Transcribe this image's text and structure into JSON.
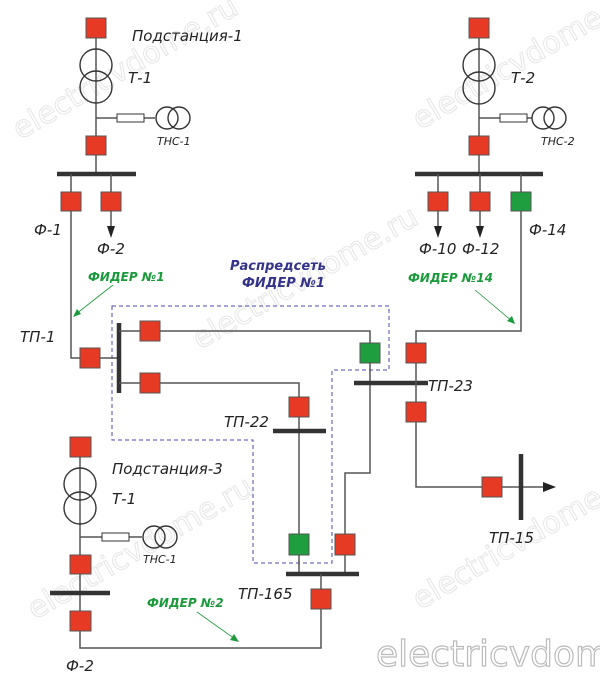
{
  "colors": {
    "breaker_closed": "#e63a25",
    "breaker_open": "#1e9e3e",
    "feeder_label": "#1a9a3a",
    "distribution_label": "#33338a",
    "dashed_boundary": "#4a4ab0"
  },
  "substation1": {
    "name": "Подстанция-1",
    "transformer": "Т-1",
    "aux_transformer": "ТНС-1",
    "feeders": [
      "Ф-1",
      "Ф-2"
    ]
  },
  "substation2": {
    "transformer": "Т-2",
    "aux_transformer": "ТНС-2",
    "feeders": [
      "Ф-10",
      "Ф-12",
      "Ф-14"
    ]
  },
  "substation3": {
    "name": "Подстанция-3",
    "transformer": "Т-1",
    "aux_transformer": "ТНС-1",
    "feeder": "Ф-2"
  },
  "points": {
    "tp1": "ТП-1",
    "tp22": "ТП-22",
    "tp23": "ТП-23",
    "tp15": "ТП-15",
    "tp165": "ТП-165"
  },
  "feeder_labels": {
    "f1": "ФИДЕР №1",
    "f14": "ФИДЕР №14",
    "f2": "ФИДЕР №2"
  },
  "distribution": {
    "line1": "Распредсеть",
    "line2": "ФИДЕР №1"
  },
  "watermark": "electricvdome.ru"
}
